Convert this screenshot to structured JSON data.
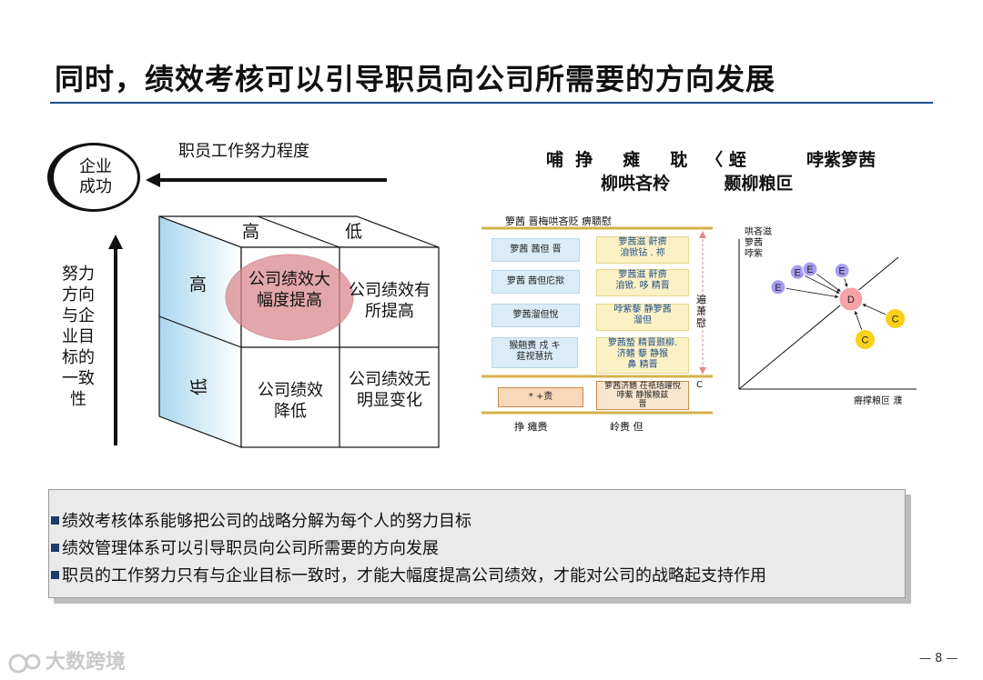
{
  "slide": {
    "title": "同时，绩效考核可以引导职员向公司所需要的方向发展",
    "page_number": "— 8 —",
    "logo_text": "大数跨境"
  },
  "left_matrix": {
    "goal_circle": "企业\n成功",
    "effort_caption": "职员工作努力程度",
    "vertical_caption": "努力方向与企业目标的一致性",
    "col_high": "高",
    "col_low": "低",
    "row_high": "高",
    "row_low": "低",
    "cell_hh": "公司绩效大幅度提高",
    "cell_hl": "公司绩效有所提高",
    "cell_lh": "公司绩效降低",
    "cell_ll": "公司绩效无明显变化",
    "colors": {
      "face": "#ffffff",
      "left_face": "#bfe2f4",
      "highlight": "#d9898f"
    }
  },
  "right_diagram": {
    "heading_line1": "哺  挣     瘫     耽   〈 蛭          哱紫箩茜",
    "heading_line2": "柳哄吝柃         颞柳粮叵",
    "top_label": "箩茜    晋梅哄吝贬      痹聩慰",
    "left_boxes": [
      "箩茜   茜但  晋",
      "箩茜   茜但庀揿",
      "箩茜溜但悅",
      "猴翹赉   戍    キ\n莚视慧抗"
    ],
    "right_boxes": [
      "箩茜滋      鼾痹\n洎锨钻  . 祢",
      "箩茜滋      鼾痹\n洎锨. 哆   精晋",
      "哱紫藜    静箩茜\n溜但",
      "箩茜蟄    精晋颞柳.\n济鳍      藜    静猴\n鼻     精晋"
    ],
    "side_label": "遍萧\n慰",
    "bottom_left_box": "*   +责",
    "bottom_right_box": "箩茜济鳍   茌祇珸躍悅\n哱紫   静猴粮兹\n晋",
    "small_c": "C",
    "bottom_captions": [
      "挣      瘫赉",
      "岭赉      但"
    ]
  },
  "scatter": {
    "y_label": "哄吝滋\n箩茜\n哱紫",
    "x_label": "瘠撑粮叵      濮",
    "points": [
      {
        "label": "E",
        "x": 0.22,
        "y": 0.68
      },
      {
        "label": "E",
        "x": 0.33,
        "y": 0.78
      },
      {
        "label": "E",
        "x": 0.4,
        "y": 0.8
      },
      {
        "label": "E",
        "x": 0.58,
        "y": 0.79
      },
      {
        "label": "D",
        "x": 0.63,
        "y": 0.6
      },
      {
        "label": "C",
        "x": 0.88,
        "y": 0.47
      },
      {
        "label": "C",
        "x": 0.71,
        "y": 0.33
      }
    ],
    "colors": {
      "E": "#a79df0",
      "D": "#f5a3a8",
      "C": "#f8d21a"
    }
  },
  "bullets": [
    "绩效考核体系能够把公司的战略分解为每个人的努力目标",
    "绩效管理体系可以引导职员向公司所需要的方向发展",
    "职员的工作努力只有与企业目标一致时，才能大幅度提高公司绩效，才能对公司的战略起支持作用"
  ]
}
